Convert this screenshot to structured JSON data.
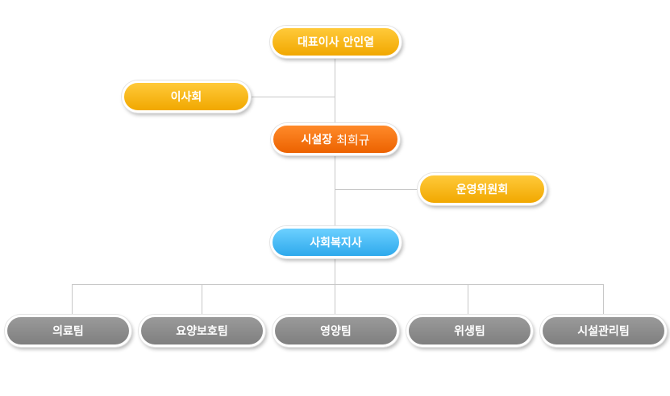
{
  "org": {
    "ceo": "대표이사 안인열",
    "board": "이사회",
    "director_title": "시설장",
    "director_name": "최희규",
    "committee": "운영위원회",
    "social_worker": "사회복지사",
    "teams": [
      "의료팀",
      "요양보호팀",
      "영양팀",
      "위생팀",
      "시설관리팀"
    ]
  },
  "colors": {
    "yellow": "#f7b500",
    "orange": "#f26c00",
    "blue": "#3bb5f2",
    "gray": "#8a8a8a",
    "line": "#c8c8c8"
  }
}
